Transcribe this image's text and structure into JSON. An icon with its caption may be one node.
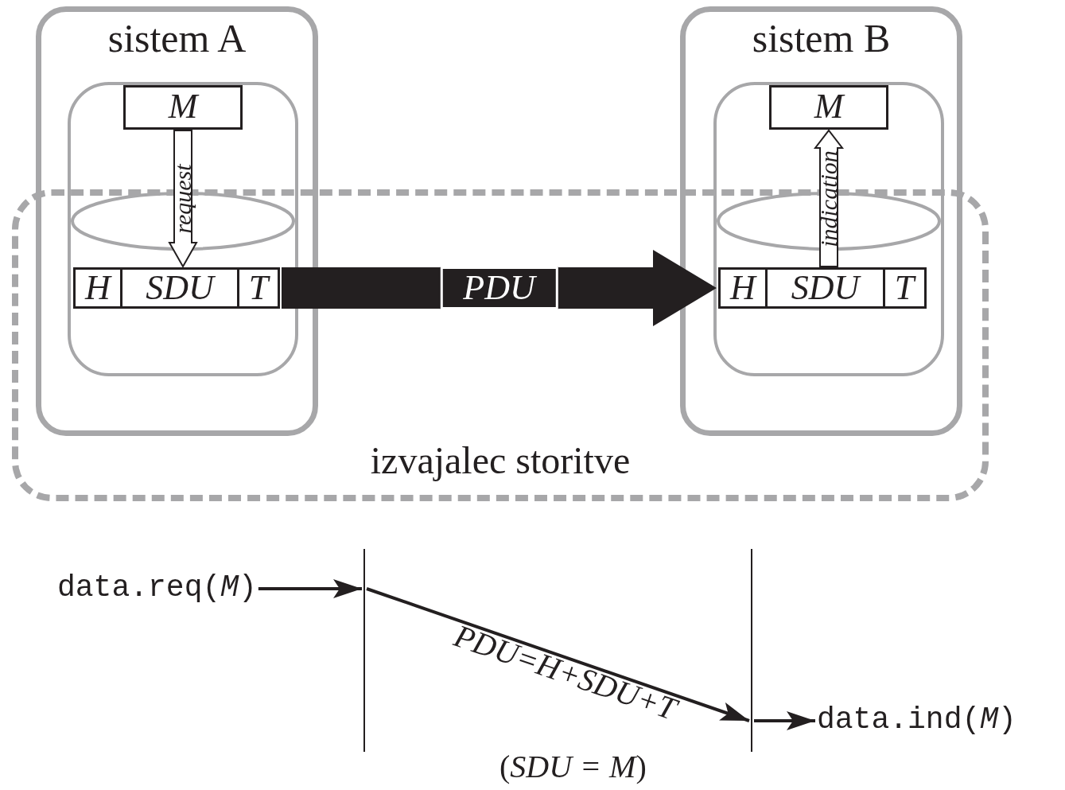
{
  "diagram": {
    "nodes": [
      {
        "text": [
          "sistem A"
        ]
      },
      {
        "text": [],
        "shape": "cylinder",
        "in": 0
      },
      {
        "text": [
          "M"
        ],
        "in": 1
      },
      {
        "text": [
          "H",
          "SDU",
          "T"
        ]
      },
      {
        "text": [
          "sistem B"
        ]
      },
      {
        "text": [],
        "shape": "cylinder",
        "in": 4
      },
      {
        "text": [
          "M"
        ],
        "in": 5
      },
      {
        "text": [
          "H",
          "SDU",
          "T"
        ]
      },
      {
        "text": [
          "izvajalec storitve"
        ]
      },
      {
        "text": [
          "data.req(*M*)"
        ]
      },
      {
        "text": [],
        "shape": "line"
      },
      {
        "text": [],
        "shape": "line"
      },
      {
        "text": [
          "data.ind(*M*)"
        ]
      }
    ],
    "edges": [
      {
        "from": 2,
        "to": 3,
        "arrow": "to",
        "label": "request"
      },
      {
        "from": 3,
        "to": 7,
        "arrow": "to",
        "label": "PDU",
        "style": "thick"
      },
      {
        "from": 7,
        "to": 6,
        "arrow": "to",
        "label": "indication"
      },
      {
        "from": 9,
        "to": 10,
        "arrow": "to"
      },
      {
        "from": 10,
        "to": 11,
        "arrow": "to",
        "label": "PDU=H+SDU+T"
      },
      {
        "from": 11,
        "to": 12,
        "arrow": "to"
      }
    ],
    "labels": [
      "(*SDU = M*)"
    ]
  }
}
